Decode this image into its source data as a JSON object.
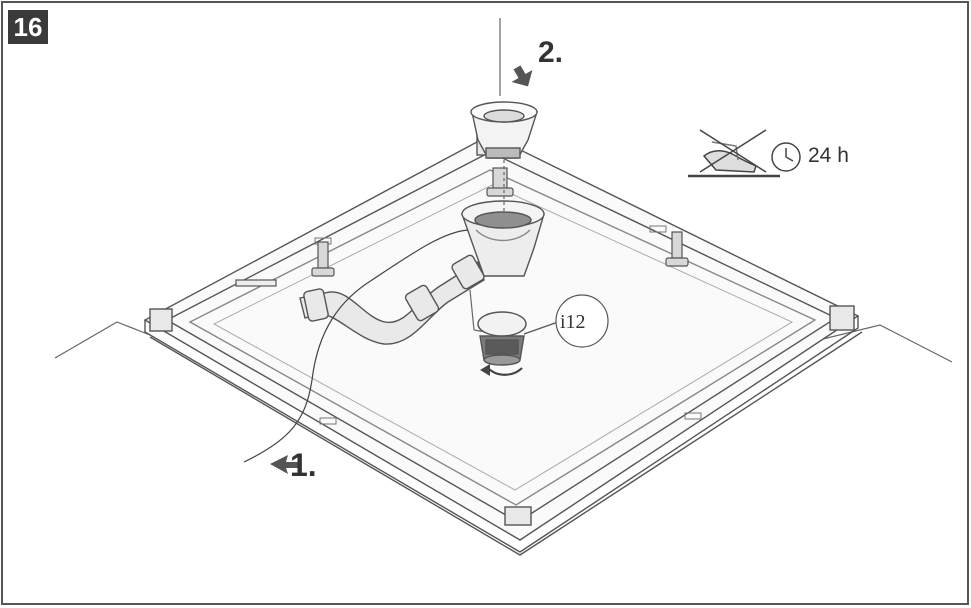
{
  "step_number": "16",
  "labels": {
    "step1": "1.",
    "step2": "2.",
    "cure_time": "24 h",
    "part_ref": "i12"
  },
  "icons": [
    "no-walking-icon",
    "clock-icon",
    "rotate-arrow-icon",
    "direction-arrow-icon"
  ],
  "colors": {
    "line": "#555555",
    "badge": "#3a3a3a",
    "part_fill": "#b9b9b9"
  }
}
